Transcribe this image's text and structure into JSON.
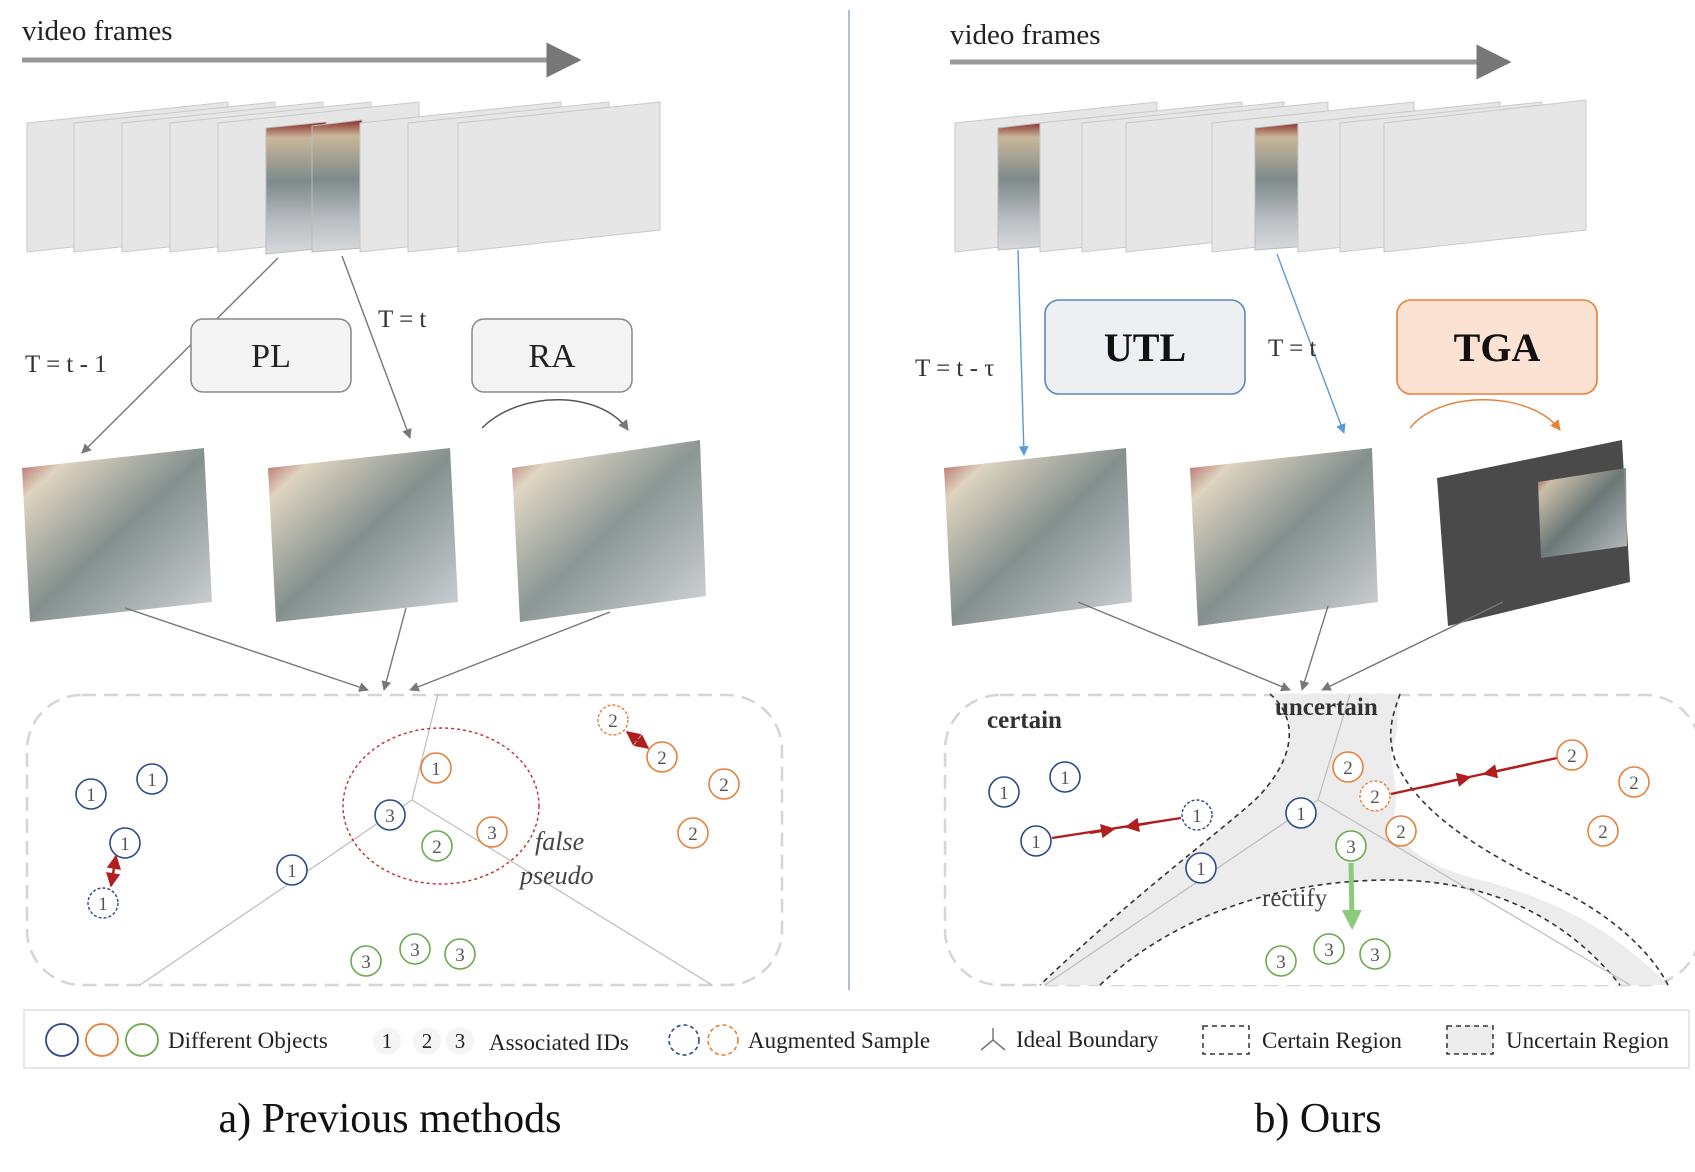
{
  "left": {
    "video_frames_label": "video frames",
    "time_prev": "T = t - 1",
    "time_curr": "T = t",
    "module_pl": "PL",
    "module_ra": "RA",
    "false_pseudo_1": "false",
    "false_pseudo_2": "pseudo",
    "caption": "a) Previous methods"
  },
  "right": {
    "video_frames_label": "video frames",
    "time_prev": "T = t - τ",
    "time_curr": "T = t",
    "module_utl": "UTL",
    "module_tga": "TGA",
    "certain_label": "certain",
    "uncertain_label": "uncertain",
    "rectify_label": "rectify",
    "caption": "b) Ours"
  },
  "legend": {
    "different_objects": "Different Objects",
    "id_1": "1",
    "id_2": "2",
    "id_3": "3",
    "associated_ids": "Associated IDs",
    "augmented_sample": "Augmented Sample",
    "ideal_boundary": "Ideal Boundary",
    "certain_region": "Certain Region",
    "uncertain_region": "Uncertain Region"
  },
  "nodes": {
    "one": "1",
    "two": "2",
    "three": "3"
  },
  "colors": {
    "blue": "#2b4a8b",
    "orange": "#e8803a",
    "green": "#6aaa4f",
    "red_arrow": "#b01e1e",
    "blue_arrow": "#5b9bd5",
    "tga_fill": "#fbe2d2",
    "tga_stroke": "#e8803a",
    "utl_fill": "#eeeff2",
    "utl_stroke": "#5b87b8"
  }
}
